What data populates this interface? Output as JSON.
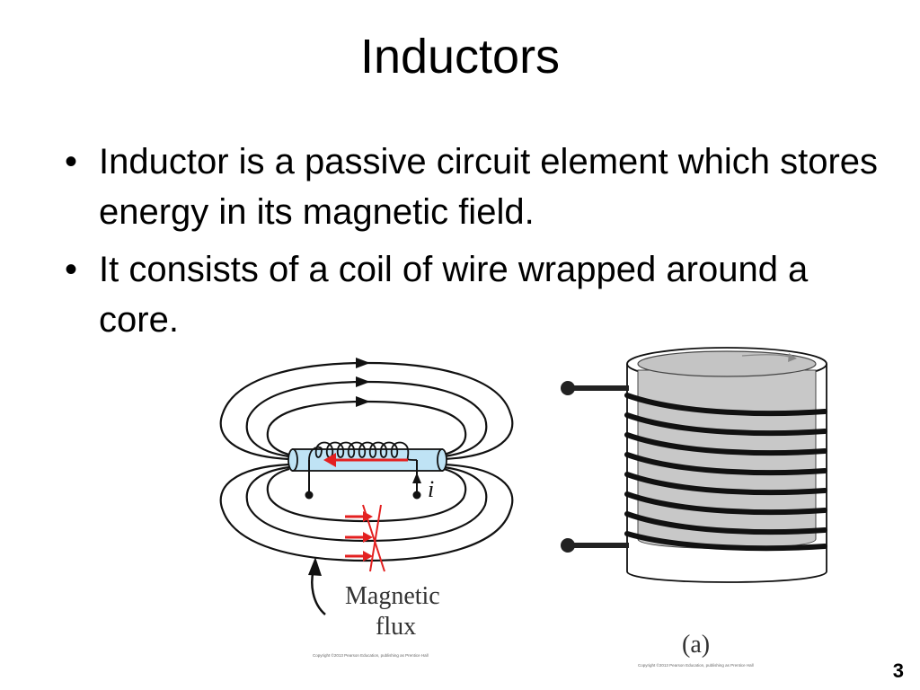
{
  "slide": {
    "title": "Inductors",
    "bullets": [
      "Inductor is a passive circuit element which stores energy in its magnetic field.",
      "It consists of a coil of wire wrapped around a core."
    ],
    "bullet_glyph": "•",
    "page_number": "3"
  },
  "figure_left": {
    "current_label": "i",
    "flux_label_line1": "Magnetic",
    "flux_label_line2": "flux",
    "copyright": "Copyright ©2013 Pearson Education, publishing as Prentice Hall",
    "colors": {
      "core": "#bfe3f5",
      "arrow": "#e32020",
      "line": "#111111"
    }
  },
  "figure_right": {
    "panel_label": "(a)",
    "copyright": "Copyright ©2013 Pearson Education, publishing as Prentice Hall",
    "colors": {
      "core": "#c8c8c8",
      "wire": "#111111"
    }
  }
}
